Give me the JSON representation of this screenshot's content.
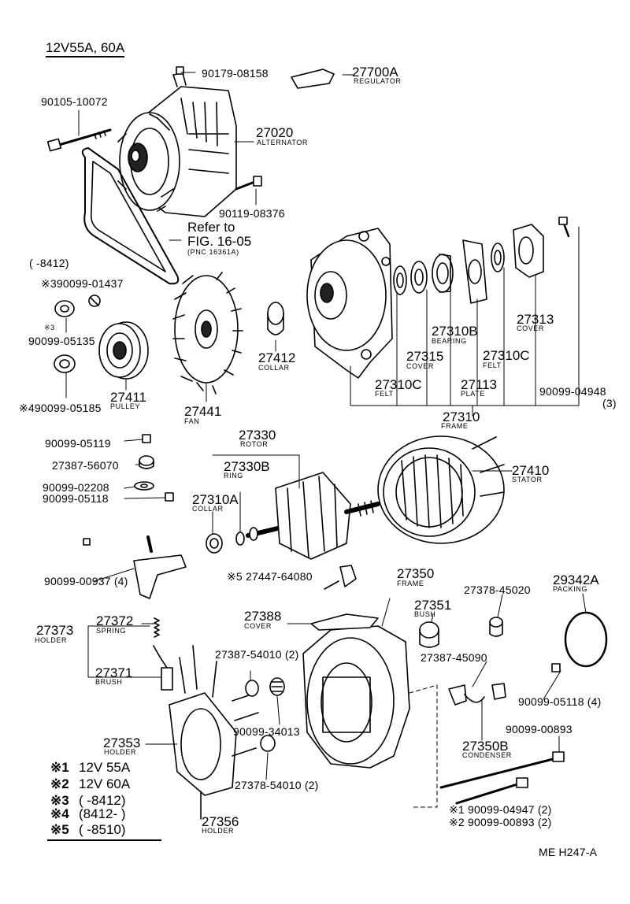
{
  "header": {
    "title": "12V55A, 60A"
  },
  "footer": {
    "code": "ME  H247-A"
  },
  "refer": {
    "line1": "Refer to",
    "line2": "FIG. 16-05",
    "line3": "(PNC 16361A)"
  },
  "parts": {
    "p1": {
      "no": "90179-08158"
    },
    "p2": {
      "no": "27700A",
      "name": "REGULATOR"
    },
    "p3": {
      "no": "90105-10072"
    },
    "p4": {
      "no": "27020",
      "name": "ALTERNATOR"
    },
    "p5": {
      "no": "90119-08376"
    },
    "p6": {
      "no": "(     -8412)"
    },
    "p7": {
      "no": "※390099-01437"
    },
    "p8": {
      "no": "90099-05135",
      "mark": "※3"
    },
    "p9": {
      "no": "※490099-05185"
    },
    "p10": {
      "no": "27411",
      "name": "PULLEY"
    },
    "p11": {
      "no": "27441",
      "name": "FAN"
    },
    "p12": {
      "no": "27412",
      "name": "COLLAR"
    },
    "p13": {
      "no": "27310B",
      "name": "BEARING"
    },
    "p14": {
      "no": "27315",
      "name": "COVER"
    },
    "p15": {
      "no": "27313",
      "name": "COVER"
    },
    "p16": {
      "no": "27310C",
      "name": "FELT"
    },
    "p17": {
      "no": "27310C",
      "name": "FELT"
    },
    "p18": {
      "no": "27113",
      "name": "PLATE"
    },
    "p19": {
      "no": "90099-04948",
      "qty": "(3)"
    },
    "p20": {
      "no": "27310",
      "name": "FRAME"
    },
    "p21": {
      "no": "27330",
      "name": "ROTOR"
    },
    "p22": {
      "no": "27330B",
      "name": "RING"
    },
    "p23": {
      "no": "27310A",
      "name": "COLLAR"
    },
    "p24": {
      "no": "27410",
      "name": "STATOR"
    },
    "p25": {
      "no": "90099-05119"
    },
    "p26": {
      "no": "27387-56070"
    },
    "p27": {
      "no": "90099-02208"
    },
    "p28": {
      "no": "90099-05118"
    },
    "p29": {
      "no": "90099-00937 (4)"
    },
    "p30": {
      "no": "※5 27447-64080"
    },
    "p31": {
      "no": "27350",
      "name": "FRAME"
    },
    "p32": {
      "no": "29342A",
      "name": "PACKING"
    },
    "p33": {
      "no": "27378-45020"
    },
    "p34": {
      "no": "27351",
      "name": "BUSH"
    },
    "p35": {
      "no": "27388",
      "name": "COVER"
    },
    "p36": {
      "no": "27373",
      "name": "HOLDER"
    },
    "p37": {
      "no": "27372",
      "name": "SPRING"
    },
    "p38": {
      "no": "27371",
      "name": "BRUSH"
    },
    "p39": {
      "no": "27387-54010 (2)"
    },
    "p40": {
      "no": "27387-45090"
    },
    "p41": {
      "no": "90099-05118 (4)"
    },
    "p42": {
      "no": "27350B",
      "name": "CONDENSER"
    },
    "p43": {
      "no": "90099-00893"
    },
    "p44": {
      "no": "27353",
      "name": "HOLDER"
    },
    "p45": {
      "no": "90099-34013"
    },
    "p46": {
      "no": "27378-54010 (2)"
    },
    "p47": {
      "no": "27356",
      "name": "HOLDER"
    },
    "p48": {
      "no": "※1 90099-04947 (2)"
    },
    "p49": {
      "no": "※2 90099-00893 (2)"
    }
  },
  "legend": [
    {
      "mark": "※1",
      "text": "12V 55A"
    },
    {
      "mark": "※2",
      "text": "12V 60A"
    },
    {
      "mark": "※3",
      "text": "(        -8412)"
    },
    {
      "mark": "※4",
      "text": "(8412-        )"
    },
    {
      "mark": "※5",
      "text": "(        -8510)"
    }
  ]
}
